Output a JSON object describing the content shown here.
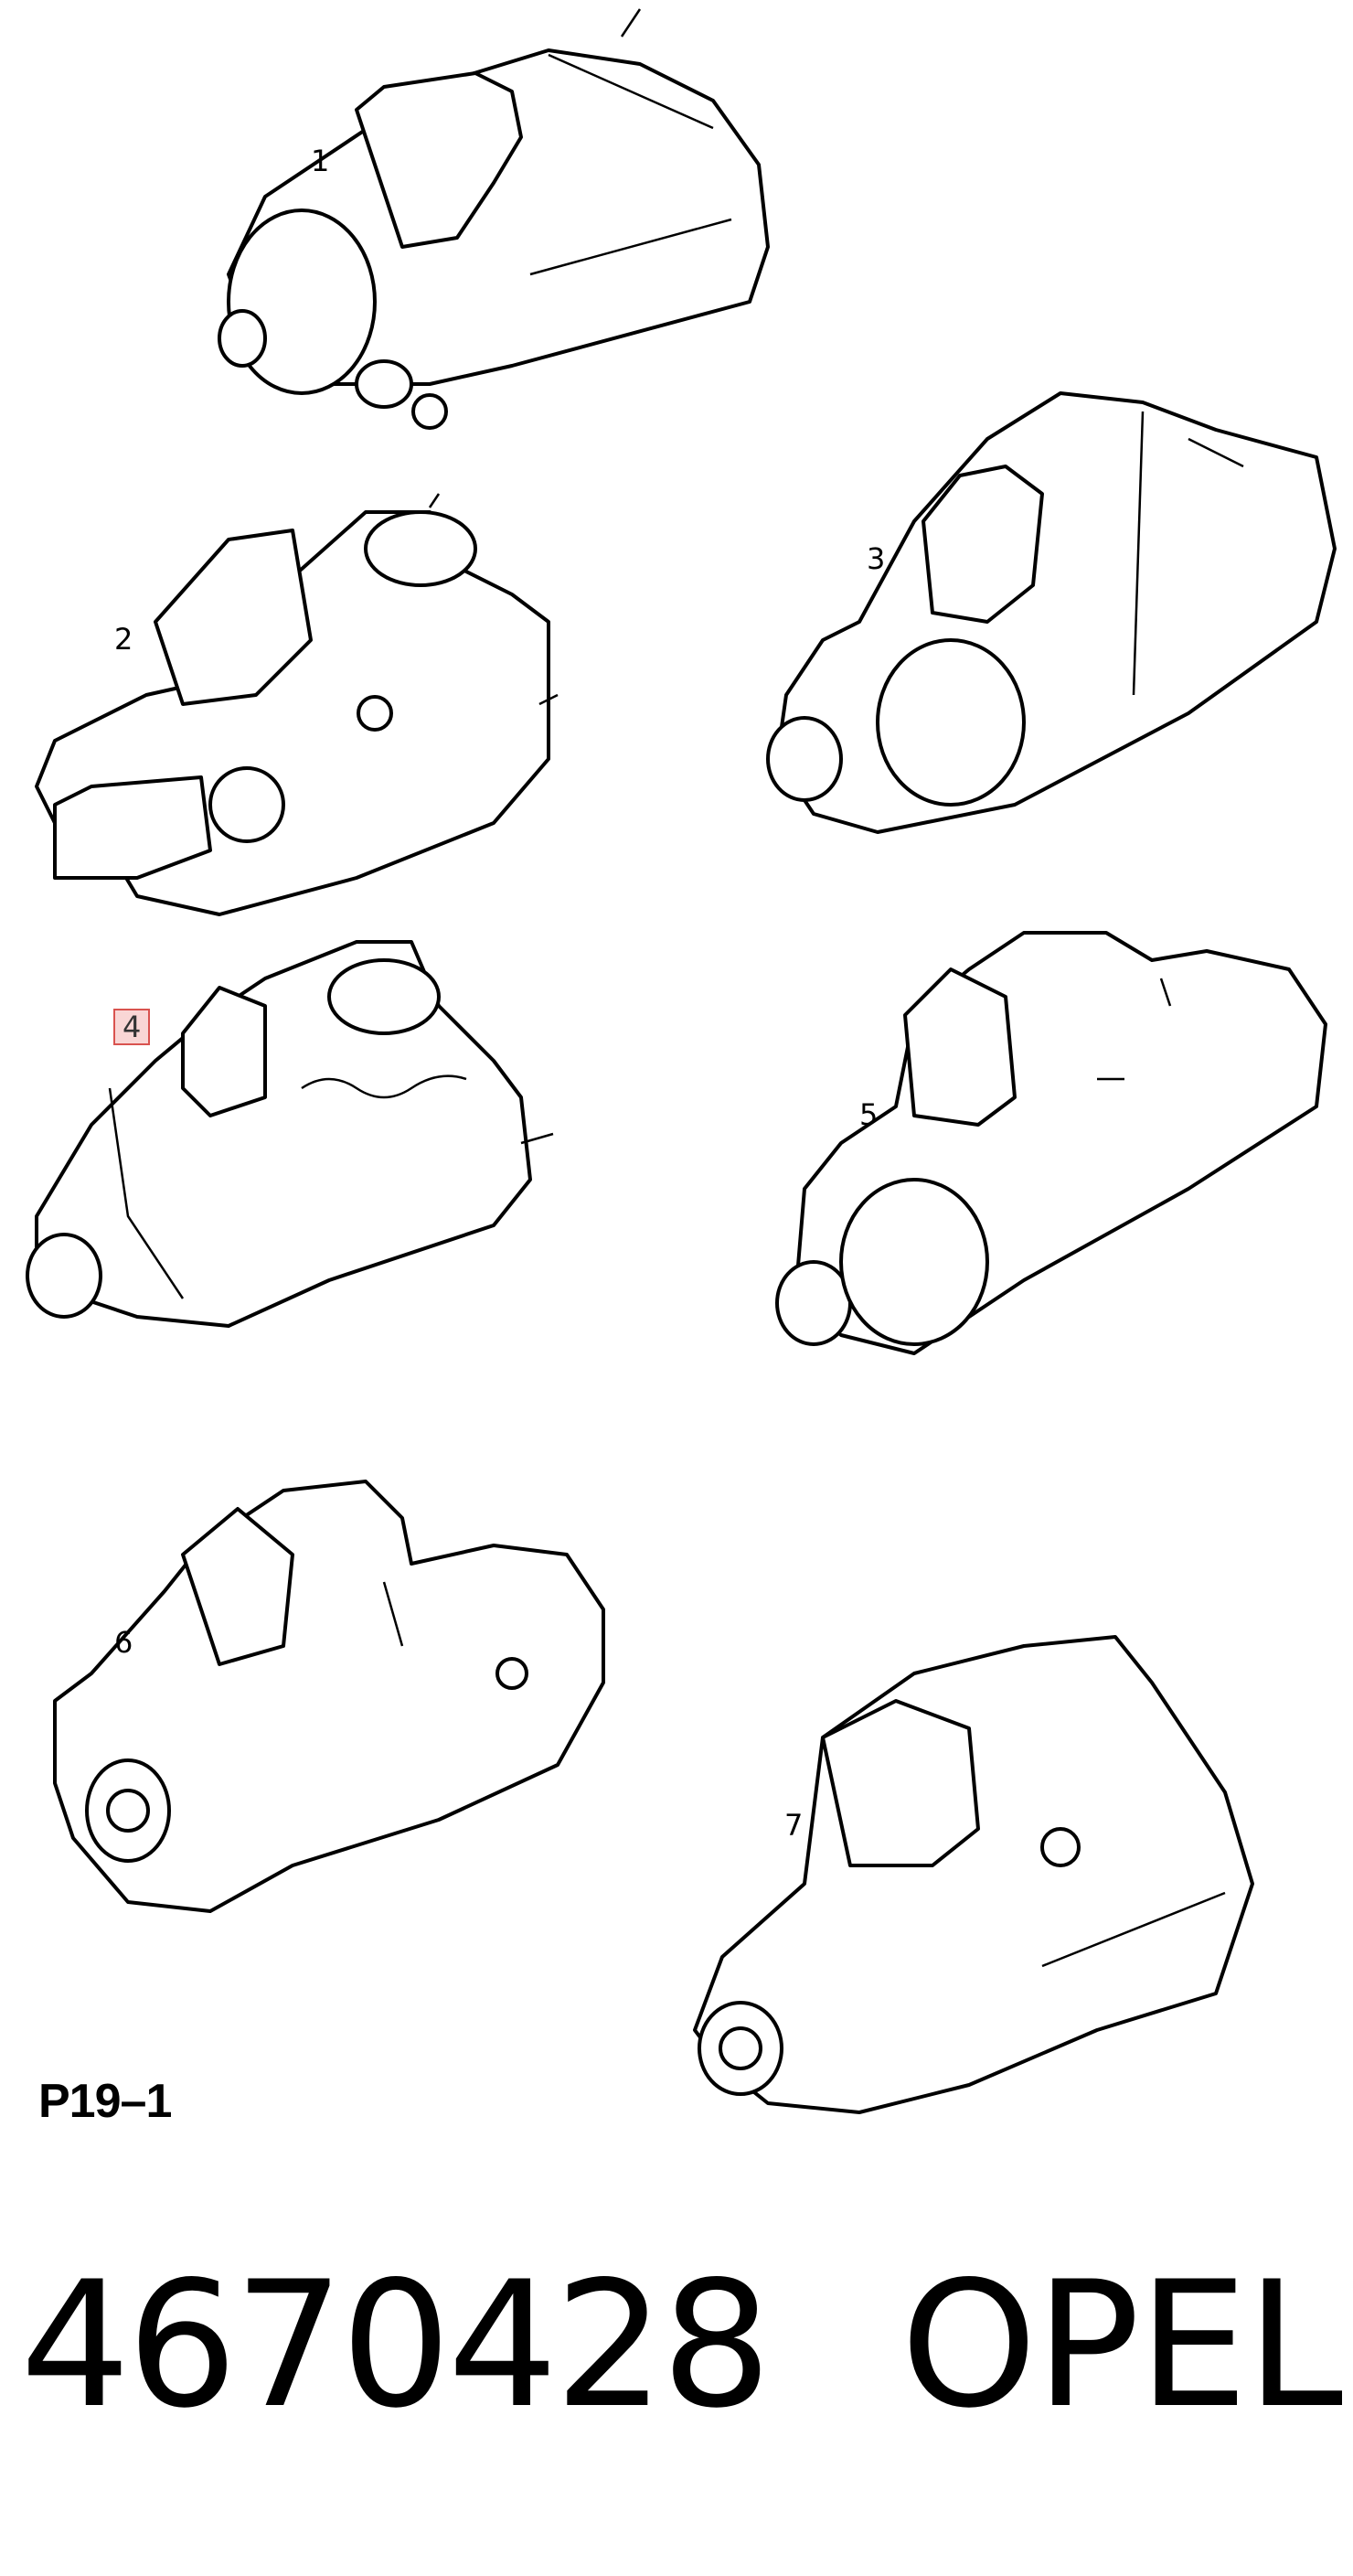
{
  "parts": [
    {
      "callout": "1"
    },
    {
      "callout": "2"
    },
    {
      "callout": "3"
    },
    {
      "callout": "4",
      "highlighted": true
    },
    {
      "callout": "5"
    },
    {
      "callout": "6"
    },
    {
      "callout": "7"
    }
  ],
  "diagram_code": "P19–1",
  "part_number": "4670428",
  "brand": "OPEL",
  "colors": {
    "highlight_border": "#d9534f",
    "highlight_fill": "#f9d6d5",
    "line": "#000000"
  }
}
